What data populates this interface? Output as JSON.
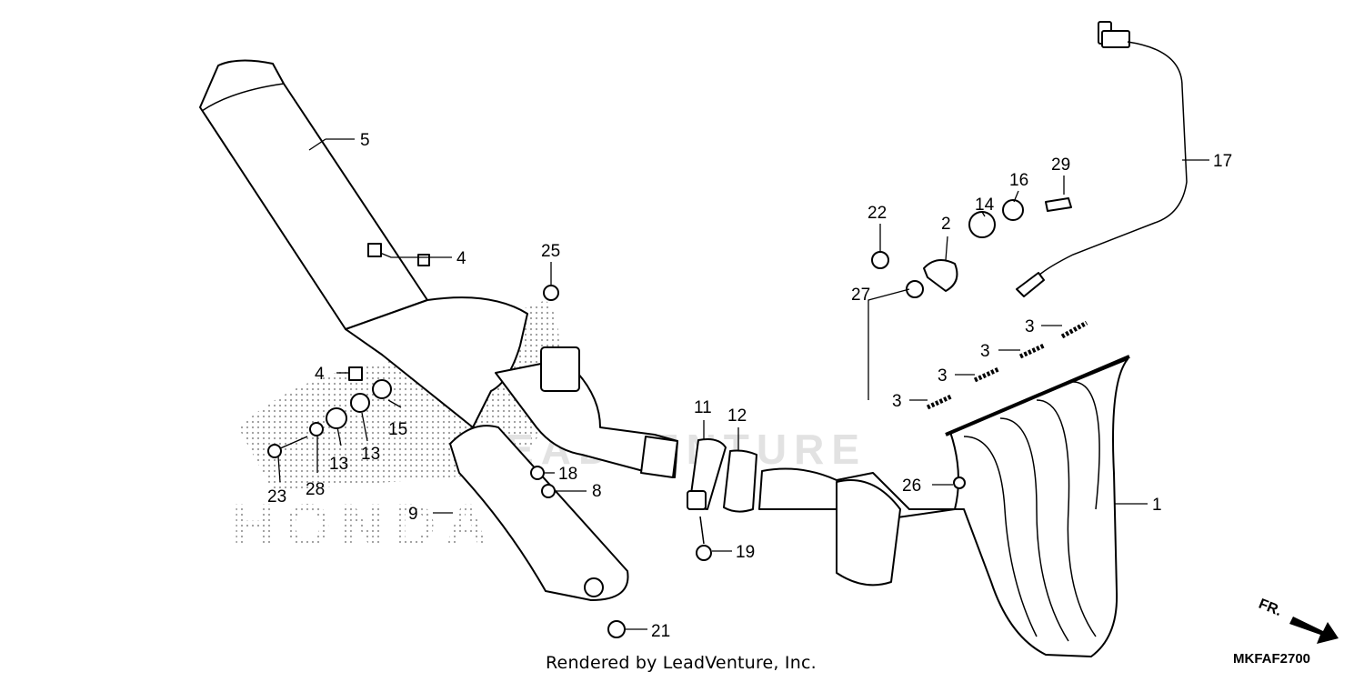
{
  "footer": {
    "rendered_by": "Rendered by LeadVenture, Inc."
  },
  "diagram": {
    "code": "MKFAF2700",
    "fr_label": "FR."
  },
  "watermark": {
    "brand": "HONDA",
    "overlay": "LEADVENTURE"
  },
  "callouts": {
    "c1": "1",
    "c2": "2",
    "c3a": "3",
    "c3b": "3",
    "c3c": "3",
    "c3d": "3",
    "c4a": "4",
    "c4b": "4",
    "c5": "5",
    "c8": "8",
    "c9": "9",
    "c11": "11",
    "c12": "12",
    "c13a": "13",
    "c13b": "13",
    "c14": "14",
    "c15": "15",
    "c16": "16",
    "c17": "17",
    "c18": "18",
    "c19": "19",
    "c21": "21",
    "c22": "22",
    "c23": "23",
    "c25": "25",
    "c26": "26",
    "c27": "27",
    "c28": "28",
    "c29": "29"
  }
}
